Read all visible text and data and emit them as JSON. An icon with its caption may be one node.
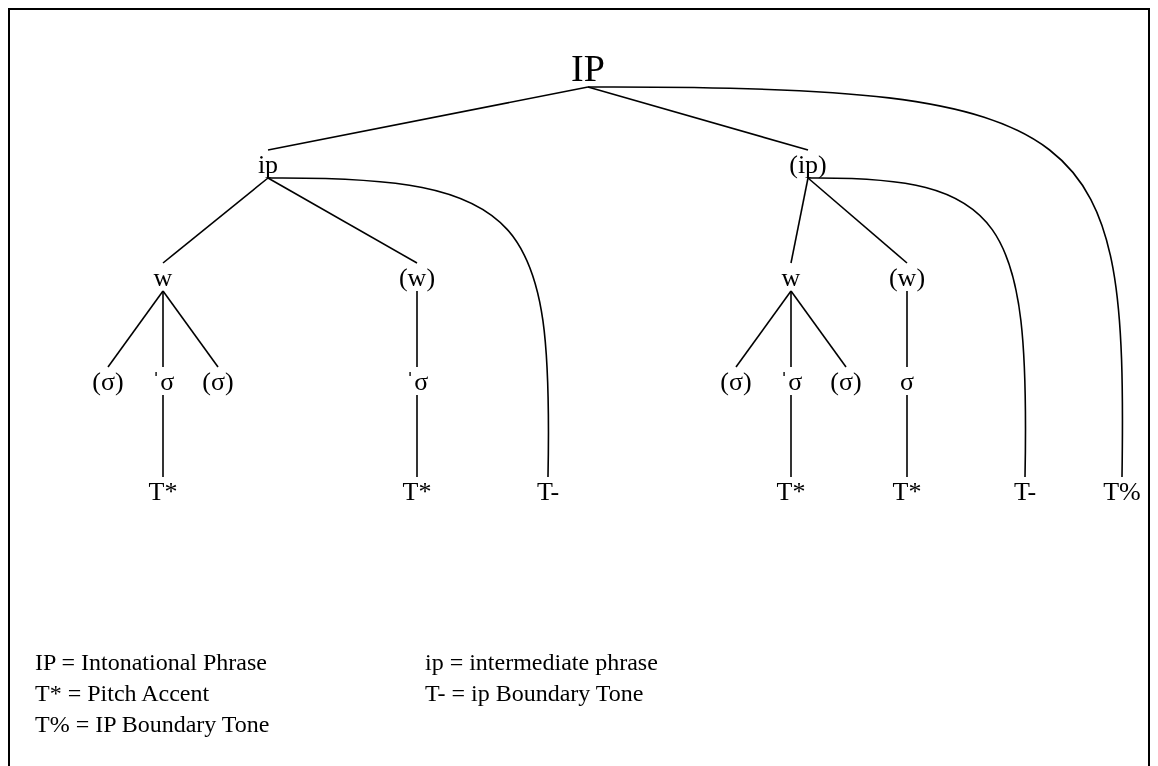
{
  "diagram": {
    "nodes": [
      {
        "text": [
          "IP"
        ]
      },
      {
        "text": [
          "ip"
        ]
      },
      {
        "text": [
          "(ip)"
        ]
      },
      {
        "text": [
          "w"
        ]
      },
      {
        "text": [
          "(w)"
        ]
      },
      {
        "text": [
          "w"
        ]
      },
      {
        "text": [
          "(w)"
        ]
      },
      {
        "text": [
          "(σ)"
        ]
      },
      {
        "text": [
          "ˈσ"
        ]
      },
      {
        "text": [
          "(σ)"
        ]
      },
      {
        "text": [
          "ˈσ"
        ]
      },
      {
        "text": [
          "(σ)"
        ]
      },
      {
        "text": [
          "ˈσ"
        ]
      },
      {
        "text": [
          "(σ)"
        ]
      },
      {
        "text": [
          "σ"
        ]
      },
      {
        "text": [
          "T*"
        ]
      },
      {
        "text": [
          "T*"
        ]
      },
      {
        "text": [
          "T-"
        ]
      },
      {
        "text": [
          "T*"
        ]
      },
      {
        "text": [
          "T*"
        ]
      },
      {
        "text": [
          "T-"
        ]
      },
      {
        "text": [
          "T%"
        ]
      }
    ],
    "edges": [
      {
        "from": 0,
        "to": 1,
        "arrow": "none"
      },
      {
        "from": 0,
        "to": 2,
        "arrow": "none"
      },
      {
        "from": 0,
        "to": 21,
        "arrow": "none"
      },
      {
        "from": 1,
        "to": 3,
        "arrow": "none"
      },
      {
        "from": 1,
        "to": 4,
        "arrow": "none"
      },
      {
        "from": 1,
        "to": 17,
        "arrow": "none"
      },
      {
        "from": 2,
        "to": 5,
        "arrow": "none"
      },
      {
        "from": 2,
        "to": 6,
        "arrow": "none"
      },
      {
        "from": 2,
        "to": 20,
        "arrow": "none"
      },
      {
        "from": 3,
        "to": 7,
        "arrow": "none"
      },
      {
        "from": 3,
        "to": 8,
        "arrow": "none"
      },
      {
        "from": 3,
        "to": 9,
        "arrow": "none"
      },
      {
        "from": 4,
        "to": 10,
        "arrow": "none"
      },
      {
        "from": 5,
        "to": 11,
        "arrow": "none"
      },
      {
        "from": 5,
        "to": 12,
        "arrow": "none"
      },
      {
        "from": 5,
        "to": 13,
        "arrow": "none"
      },
      {
        "from": 6,
        "to": 14,
        "arrow": "none"
      },
      {
        "from": 8,
        "to": 15,
        "arrow": "none"
      },
      {
        "from": 10,
        "to": 16,
        "arrow": "none"
      },
      {
        "from": 12,
        "to": 18,
        "arrow": "none"
      },
      {
        "from": 14,
        "to": 19,
        "arrow": "none"
      }
    ],
    "labels": [
      "IP = Intonational Phrase",
      "ip = intermediate phrase",
      "T* = Pitch Accent",
      "T- = ip Boundary Tone",
      "T% = IP Boundary Tone"
    ]
  }
}
